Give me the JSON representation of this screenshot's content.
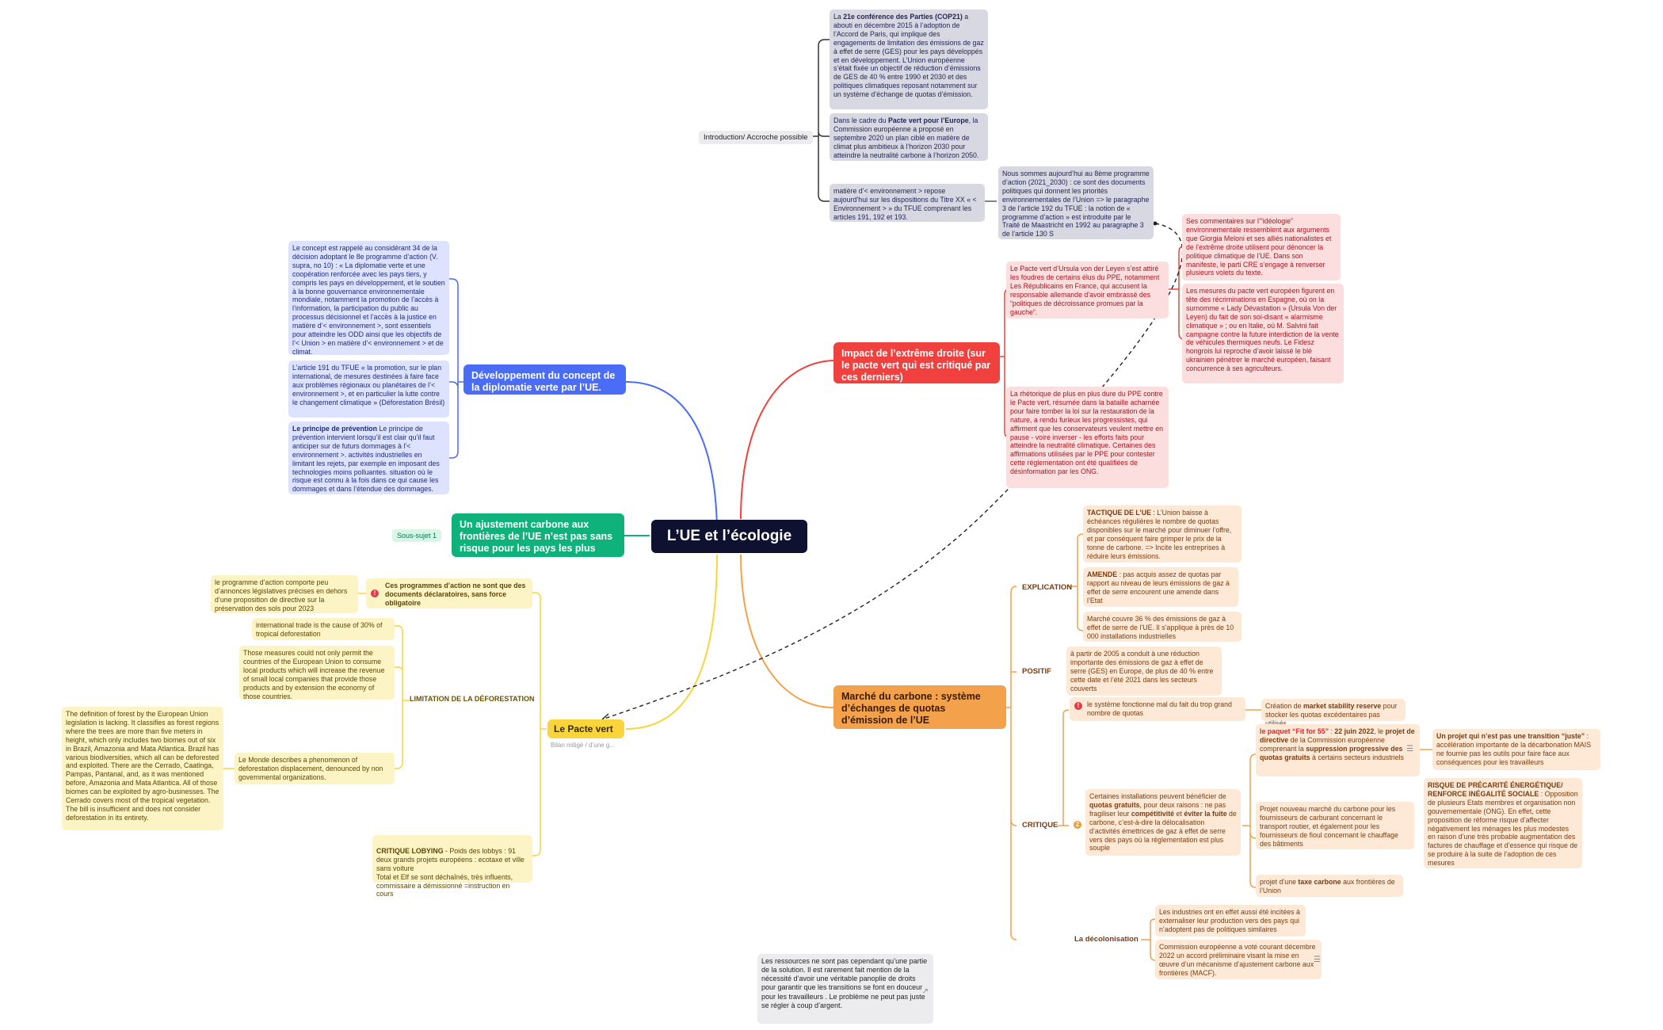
{
  "center": {
    "title": "L’UE et l’écologie"
  },
  "intro": {
    "label": "Introduction/ Accroche possible",
    "nodes": [
      {
        "pre": "La ",
        "bold": "21e conférence des Parties (COP21)",
        "post": " a abouti en décembre 2015 à l’adoption de l’Accord de Paris, qui implique des engagements de limitation des émissions de gaz à effet de serre (GES) pour les pays développés et en développement. L’Union européenne s’était fixée un objectif de réduction d’émissions de GES de 40 % entre 1990 et 2030 et des politiques climatiques reposant notamment sur un système d’échange de quotas d’émission."
      },
      {
        "pre": "Dans le cadre du ",
        "bold": "Pacte vert pour l’Europe",
        "post": ", la Commission européenne a proposé en septembre 2020 un plan ciblé en matière de climat plus ambitieux à l’horizon 2030 pour atteindre la neutralité carbone à l’horizon 2050."
      },
      {
        "pre": "",
        "bold": "",
        "post": "matière d’< environnement > repose aujourd’hui sur les dispositions du Titre XX « < Environnement > » du TFUE comprenant les articles 191, 192 et 193."
      }
    ],
    "sub": "Nous sommes aujourd’hui au 8ème programme d’action (2021_2030) : ce sont des documents politiques qui donnent les priorités environnementales de l’Union => le paragraphe 3 de l’article 192 du TFUE : la notion de « programme d’action » est introduite par le Traité de Maastricht en 1992 au paragraphe 3 de l’article 130 S"
  },
  "diplomatie": {
    "title": "Développement du concept de la diplomatie verte par l’UE.",
    "nodes": [
      {
        "bold": "",
        "text": "Le concept est rappelé au considérant 34 de la décision adoptant le 8e programme d’action (V. supra, no 10) : « La diplomatie verte et une coopération renforcée avec les pays tiers, y compris les pays en développement, et le soutien à la bonne gouvernance environnementale mondiale, notamment la promotion de l’accès à l’information, la participation du public au processus décisionnel et l’accès à la justice en matière d’< environnement >, sont essentiels pour atteindre les ODD ainsi que les objectifs de l’< Union > en matière d’< environnement > et de climat."
      },
      {
        "bold": "",
        "text": "L’article 191 du TFUE « la promotion, sur le plan international, de mesures destinées à faire face aux problèmes régionaux ou planétaires de l’< environnement >, et en particulier la lutte contre le changement climatique » (Déforestation Brésil)"
      },
      {
        "bold": "Le principe de prévention",
        "text": " Le principe de prévention intervient lorsqu’il est clair qu’il faut anticiper sur de futurs dommages à l’< environnement >.  activités industrielles en limitant les rejets, par exemple en imposant des technologies moins polluantes.  situation où le risque est connu à la fois dans ce qui cause les dommages et dans l’étendue des dommages."
      }
    ]
  },
  "ajustement": {
    "title": "Un ajustement carbone aux frontières de l’UE n’est pas sans risque pour les pays les plus pauvres",
    "tag": "Sous-sujet 1"
  },
  "pacte": {
    "title": "Le Pacte vert",
    "subtitle": "Bilan mitigé / d’une g...",
    "declaratoires": {
      "title": "Ces programmes d’action ne sont que des documents déclaratoires, sans force obligatoire",
      "child": "le programme d’action comporte peu d’annonces législatives précises en dehors d’une proposition de directive sur la préservation des sols pour 2023",
      "icon": "!"
    },
    "deforestation": {
      "label": "LIMITATION DE LA DÉFORESTATION",
      "nodes": [
        "international trade is the cause of 30% of tropical deforestation",
        "Those measures could not only permit the countries of the European Union to consume local products which will increase the revenue of small local companies that provide those products and by extension the economy of those countries.",
        "Le Monde describes a phenomenon of deforestation displacement, denounced by non governmental organizations."
      ],
      "forest": "The definition of forest by the European Union legislation is lacking. It classifies as forest regions where the trees are more than five meters in height, which only includes two biomes out of six in Brazil,  Amazonia and Mata Atlantica. Brazil has various biodiversities, which all can be deforested and exploited. There are the Cerrado, Caatinga, Pampas, Pantanal, and, as it was mentioned before, Amazonia and Mata Atlantica.  All of those biomes can be exploited by agro-businesses. The Cerrado covers most of the tropical vegetation. The bill is insufficient and does not consider deforestation in its entirety."
    },
    "lobbying": {
      "bold": "CRITIQUE LOBYING",
      "text": " - Poids des lobbys : 91 deux grands projets européens : ecotaxe et ville sans voiture\nTotal et Elf se sont déchaînés, très influents, commissaire a démissionné =instruction en cours"
    }
  },
  "extreme": {
    "title": "Impact de l’extrême droite (sur le pacte vert qui est critiqué par ces derniers)",
    "n1": "Le Pacte vert d’Ursula von der Leyen s’est attiré les foudres de certains élus du PPE, notamment Les Républicains en France, qui accusent la responsable allemande d’avoir embrassé des “politiques de décroissance promues par la gauche”.",
    "n2": "La rhétorique de plus en plus dure du PPE contre le Pacte vert, résumée dans la bataille acharnée pour faire tomber la loi sur la restauration de la nature, a rendu furieux les progressistes, qui affirment que les conservateurs veulent mettre en pause - voire inverser - les efforts faits pour atteindre la neutralité climatique. Certaines des affirmations utilisées par le PPE pour contester cette réglementation ont été qualifiées de désinformation par les ONG.",
    "n3": "Ses commentaires sur l’“idéologie” environnementale ressemblent aux arguments que Giorgia Meloni et ses alliés nationalistes et de l’extrême droite utilisent pour dénoncer la politique climatique de l’UE. Dans son manifeste, le parti CRE s’engage à renverser plusieurs volets du texte.",
    "n4": "Les mesures du pacte vert européen figurent en tête des récriminations en Espagne, où on la surnomme « Lady Dévastation » (Ursula Von der Leyen)  du fait de son soi-disant « alarmisme climatique » ; ou en Italie, où M. Salvini fait campagne contre la future interdiction de la vente de véhicules thermiques neufs. Le Fidesz hongrois lui reproche d’avoir laissé le blé ukrainien pénétrer le marché européen, faisant concurrence à ses agriculteurs."
  },
  "marche": {
    "title": "Marché du carbone : système d’échanges de quotas d’émission de l’UE",
    "explication": {
      "label": "EXPLICATION",
      "n1": {
        "bold": "TACTIQUE DE L’UE",
        "text": " : L’Union baisse à échéances régulières le nombre de quotas disponibles sur le marché pour diminuer l’offre, et par conséquent faire grimper le prix de la tonne de carbone. => Incite les entreprises à réduire leurs émissions."
      },
      "n2": {
        "bold": "AMENDE",
        "text": " : pas acquis assez de quotas par rapport au niveau de leurs émissions de gaz à effet de serre encourent une amende dans l’Etat"
      },
      "n3": {
        "bold": "",
        "text": "Marché couvre 36 % des émissions de gaz à effet de serre de l’UE.  Il s’applique à près de 10 000 installations industrielles"
      }
    },
    "positif": {
      "label": "POSITIF",
      "text": "à partir de 2005 a conduit à une réduction importante des émissions de gaz à effet de serre (GES) en Europe, de plus de 40 % entre cette date et l’été 2021 dans les secteurs couverts"
    },
    "critique": {
      "label": "CRITIQUE",
      "icon": "2",
      "trop": {
        "text": "le système fonctionne mal du fait du trop grand nombre de quotas",
        "icon": "!"
      },
      "creation": {
        "pre": "Création de ",
        "bold": "market stability reserve",
        "post": " pour stocker les quotas excédentaires pas utilisés"
      },
      "gratuits": {
        "pre": "Certaines installations peuvent bénéficier de ",
        "b1": "quotas gratuits",
        "mid": ", pour deux raisons : ne pas fragiliser leur ",
        "b2": "compétitivité",
        "mid2": " et ",
        "b3": "éviter la fuite",
        "post": " de carbone, c’est-à-dire la délocalisation d’activités émettrices de gaz à effet de serre vers des pays où la réglementation est plus souple"
      },
      "fit": {
        "red": "le paquet “Fit for 55”",
        "d": " :  ",
        "b1": "22 juin 2022",
        "m1": ",  le ",
        "b2": "projet de directive",
        "m2": " de la Commission européenne comprenant  la ",
        "b3": "suppression progressive des quotas gratuits",
        "post": " à certains secteurs industriels"
      },
      "transition": {
        "bold": "Un projet qui n’est pas une transition “juste”",
        "text": " : accélération importante de la décarbonation MAIS ne fournie pas les outils pour faire face aux conséquences pour les travailleurs"
      },
      "nouveau": "Projet nouveau marché du carbone pour les fournisseurs de carburant concernant le transport routier, et également pour les fournisseurs de fioul concernant le chauffage des bâtiments",
      "precarite": {
        "bold": "RISQUE DE PRÉCARITÉ ÉNERGÉTIQUE/ RENFORCE INÉGALITÉ SOCIALE",
        "text": " : Opposition de plusieurs Etats membres et organisation non gouvernementale (ONG). En effet, cette proposition de réforme risque d’affecter négativement les ménages les plus modestes en raison d’une très probable augmentation des factures de chauffage et d’essence qui risque de se produire à la suite de l’adoption de ces mesures"
      },
      "taxe": {
        "pre": "projet d’une ",
        "bold": "taxe carbone",
        "post": " aux frontières de l’Union"
      }
    },
    "decolonisation": {
      "label": "La décolonisation",
      "n1": "Les industries ont en effet aussi été incitées à externaliser leur production vers des pays qui n’adoptent pas de politiques similaires",
      "n2": "Commission européenne a voté courant décembre 2022 un accord préliminaire visant la mise en œuvre d’un mécanisme d’ajustement carbone aux frontières (MACF)."
    }
  },
  "floating": "Les ressources ne sont pas cependant qu’une partie de la solution. Il est rarement fait mention de la nécessité d’avoir une véritable panoplie de droits pour garantir que les transitions se font en douceur pour les travailleurs . Le problème ne peut pas juste se régler à coup d’argent.",
  "colors": {
    "center": "#0e1130",
    "blue": "#4a6cf7",
    "green": "#0fb27a",
    "red": "#f0413e",
    "orange": "#f3a14b",
    "yellow": "#f9d43a",
    "connector": "#2a2a2a"
  }
}
